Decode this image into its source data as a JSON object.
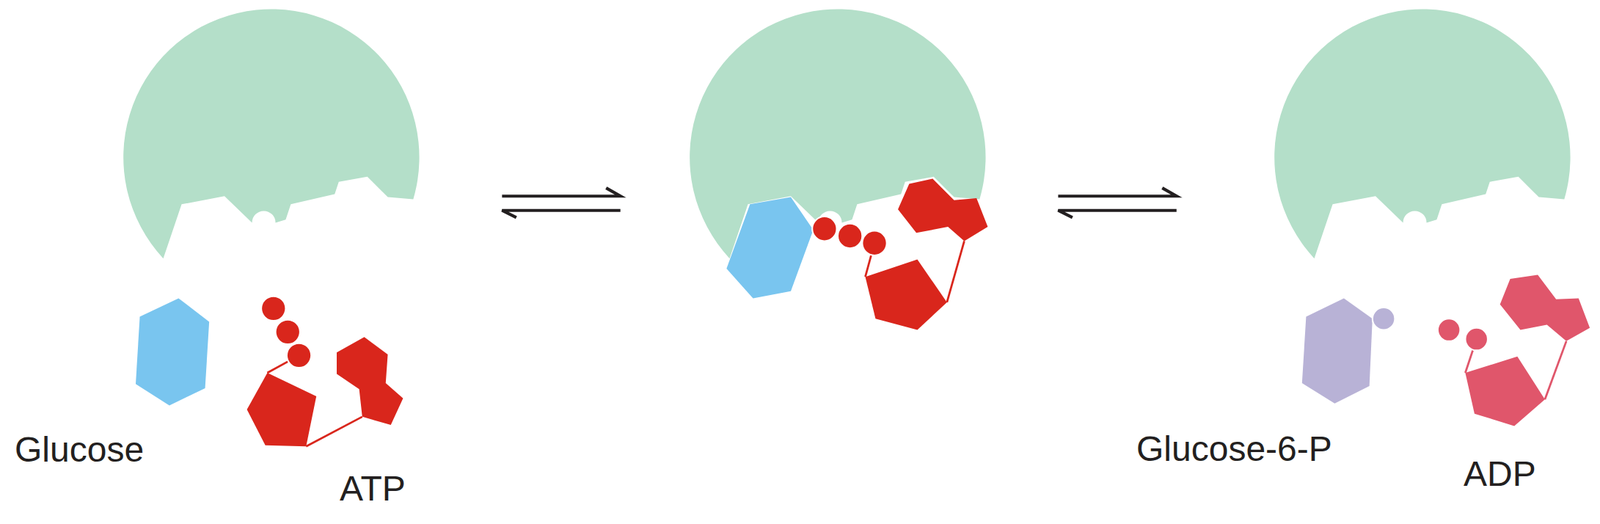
{
  "diagram": {
    "labels": [
      "Glucose",
      "ATP",
      "Glucose-6-P",
      "ADP"
    ]
  }
}
